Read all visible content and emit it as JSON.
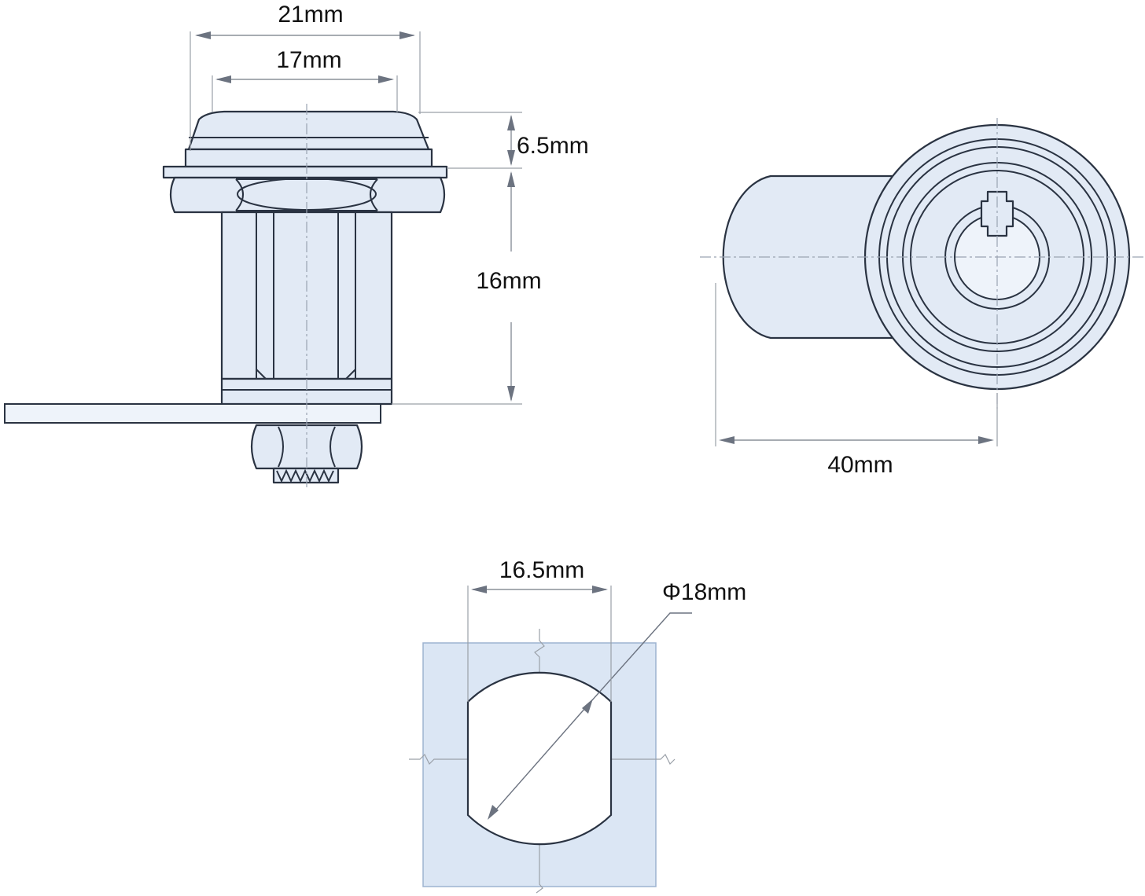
{
  "dimensions": {
    "top_width": "21mm",
    "face_width": "17mm",
    "flange_height": "6.5mm",
    "body_length": "16mm",
    "overall_length": "40mm",
    "cutout_width": "16.5mm",
    "cutout_diameter": "Φ18mm"
  },
  "colors": {
    "outline": "#2a3342",
    "fill": "#e2eaf5",
    "panel": "#dbe6f4",
    "dimension_line": "#8a9099"
  }
}
